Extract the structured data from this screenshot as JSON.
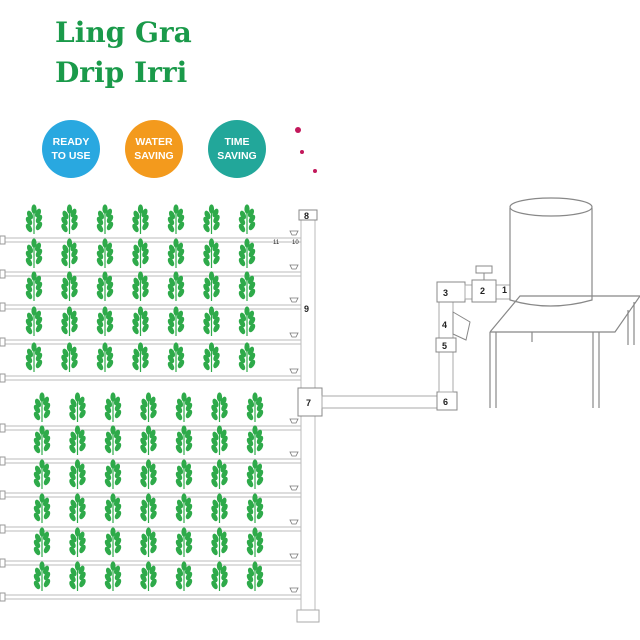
{
  "title": {
    "line1": "Ling Gra",
    "line2": "Drip Irri"
  },
  "badges": [
    {
      "label": "READY TO USE",
      "color": "#29a8e0"
    },
    {
      "label": "WATER SAVING",
      "color": "#f39a1d"
    },
    {
      "label": "TIME SAVING",
      "color": "#22a79a"
    }
  ],
  "colors": {
    "pipe": "#bbbbbb",
    "leaf": "#2eaa4a",
    "text_green": "#1a9a4a"
  },
  "part_labels": [
    "1",
    "2",
    "3",
    "4",
    "5",
    "6",
    "7",
    "8",
    "9"
  ],
  "row_tags": [
    "11",
    "10"
  ]
}
